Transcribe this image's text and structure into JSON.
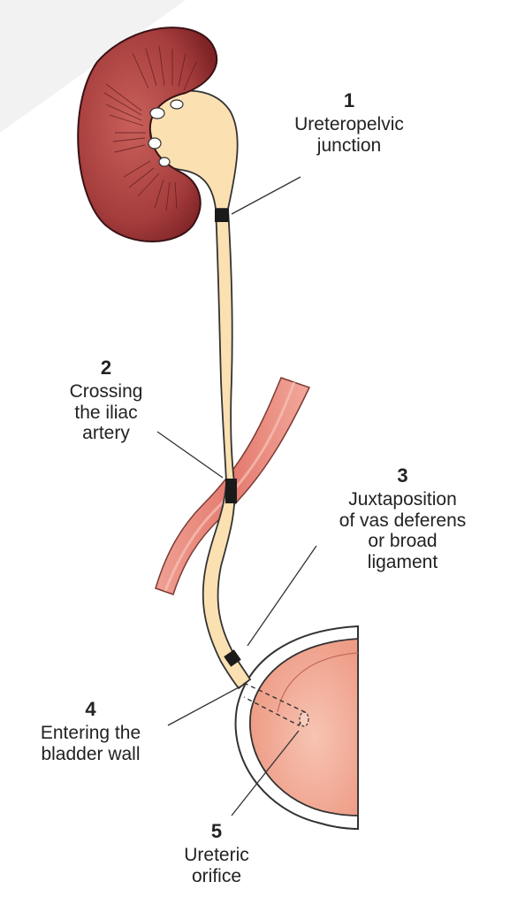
{
  "labels": [
    {
      "num": "1",
      "text": "Ureteropelvic\njunction"
    },
    {
      "num": "2",
      "text": "Crossing\nthe iliac\nartery"
    },
    {
      "num": "3",
      "text": "Juxtaposition\nof vas deferens\nor broad\nligament"
    },
    {
      "num": "4",
      "text": "Entering the\nbladder wall"
    },
    {
      "num": "5",
      "text": "Ureteric\norifice"
    }
  ],
  "colors": {
    "kidney": "#8e2a2c",
    "kidney_cortex": "#b24a47",
    "ureter": "#fbe0b2",
    "artery": "#e98479",
    "bladder": "#f3aa96",
    "narrowing": "#1a1a1a"
  }
}
